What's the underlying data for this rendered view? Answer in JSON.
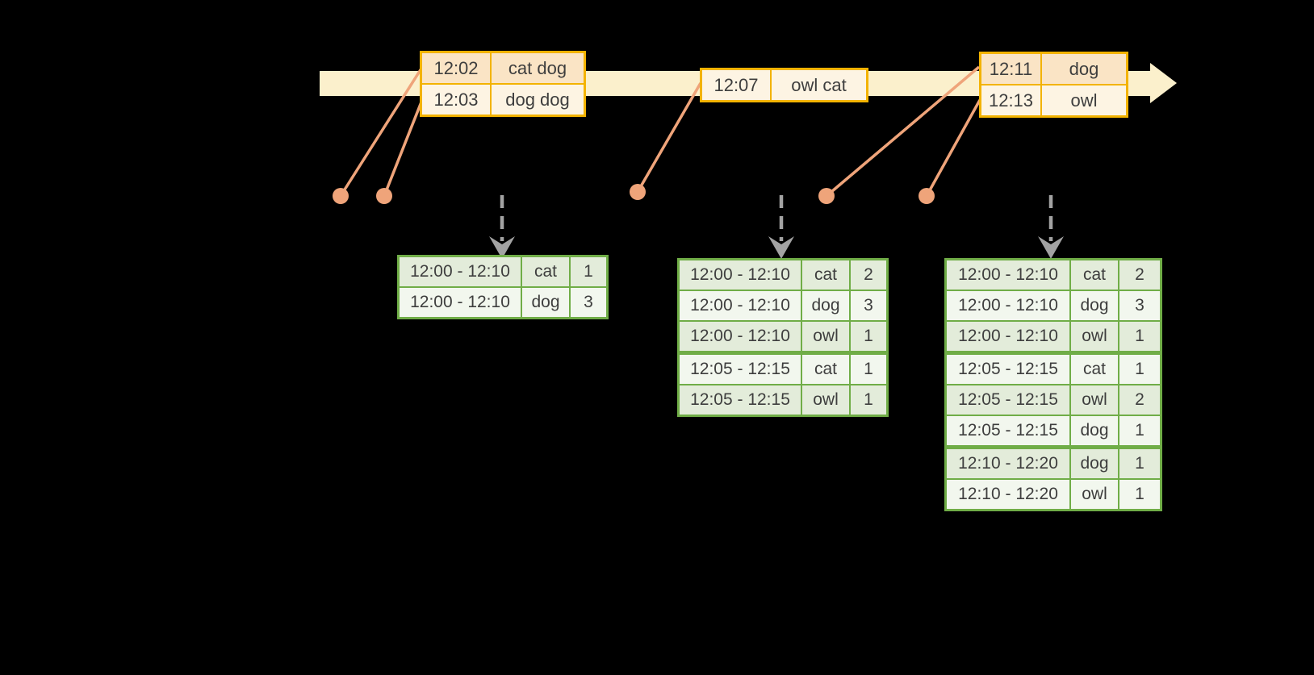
{
  "colors": {
    "background": "#000000",
    "axis_fill": "#fbf0cc",
    "event_border": "#f3b300",
    "event_row_dark": "#fae4c5",
    "event_row_light": "#fdf4e3",
    "marker_salmon": "#efa47a",
    "result_border": "#70ad47",
    "result_row_dark": "#e3ecda",
    "result_row_light": "#f2f7ee",
    "trigger_gray": "#a3a3a3",
    "text": "#3e3e3e"
  },
  "icons": {
    "timeline_arrow": "right-arrowhead",
    "event_marker": "filled-dot",
    "trigger_arrow": "dashed-down-arrow"
  },
  "event_tables": [
    {
      "rows": [
        {
          "time": "12:02",
          "words": "cat dog"
        },
        {
          "time": "12:03",
          "words": "dog dog"
        }
      ]
    },
    {
      "rows": [
        {
          "time": "12:07",
          "words": "owl cat"
        }
      ]
    },
    {
      "rows": [
        {
          "time": "12:11",
          "words": "dog"
        },
        {
          "time": "12:13",
          "words": "owl"
        }
      ]
    }
  ],
  "result_tables": [
    {
      "rows": [
        {
          "window": "12:00 - 12:10",
          "word": "cat",
          "count": "1"
        },
        {
          "window": "12:00 - 12:10",
          "word": "dog",
          "count": "3"
        }
      ]
    },
    {
      "rows": [
        {
          "window": "12:00 - 12:10",
          "word": "cat",
          "count": "2"
        },
        {
          "window": "12:00 - 12:10",
          "word": "dog",
          "count": "3"
        },
        {
          "window": "12:00 - 12:10",
          "word": "owl",
          "count": "1"
        },
        {
          "window": "12:05 - 12:15",
          "word": "cat",
          "count": "1"
        },
        {
          "window": "12:05 - 12:15",
          "word": "owl",
          "count": "1"
        }
      ]
    },
    {
      "rows": [
        {
          "window": "12:00 - 12:10",
          "word": "cat",
          "count": "2"
        },
        {
          "window": "12:00 - 12:10",
          "word": "dog",
          "count": "3"
        },
        {
          "window": "12:00 - 12:10",
          "word": "owl",
          "count": "1"
        },
        {
          "window": "12:05 - 12:15",
          "word": "cat",
          "count": "1"
        },
        {
          "window": "12:05 - 12:15",
          "word": "owl",
          "count": "2"
        },
        {
          "window": "12:05 - 12:15",
          "word": "dog",
          "count": "1"
        },
        {
          "window": "12:10 - 12:20",
          "word": "dog",
          "count": "1"
        },
        {
          "window": "12:10 - 12:20",
          "word": "owl",
          "count": "1"
        }
      ]
    }
  ]
}
